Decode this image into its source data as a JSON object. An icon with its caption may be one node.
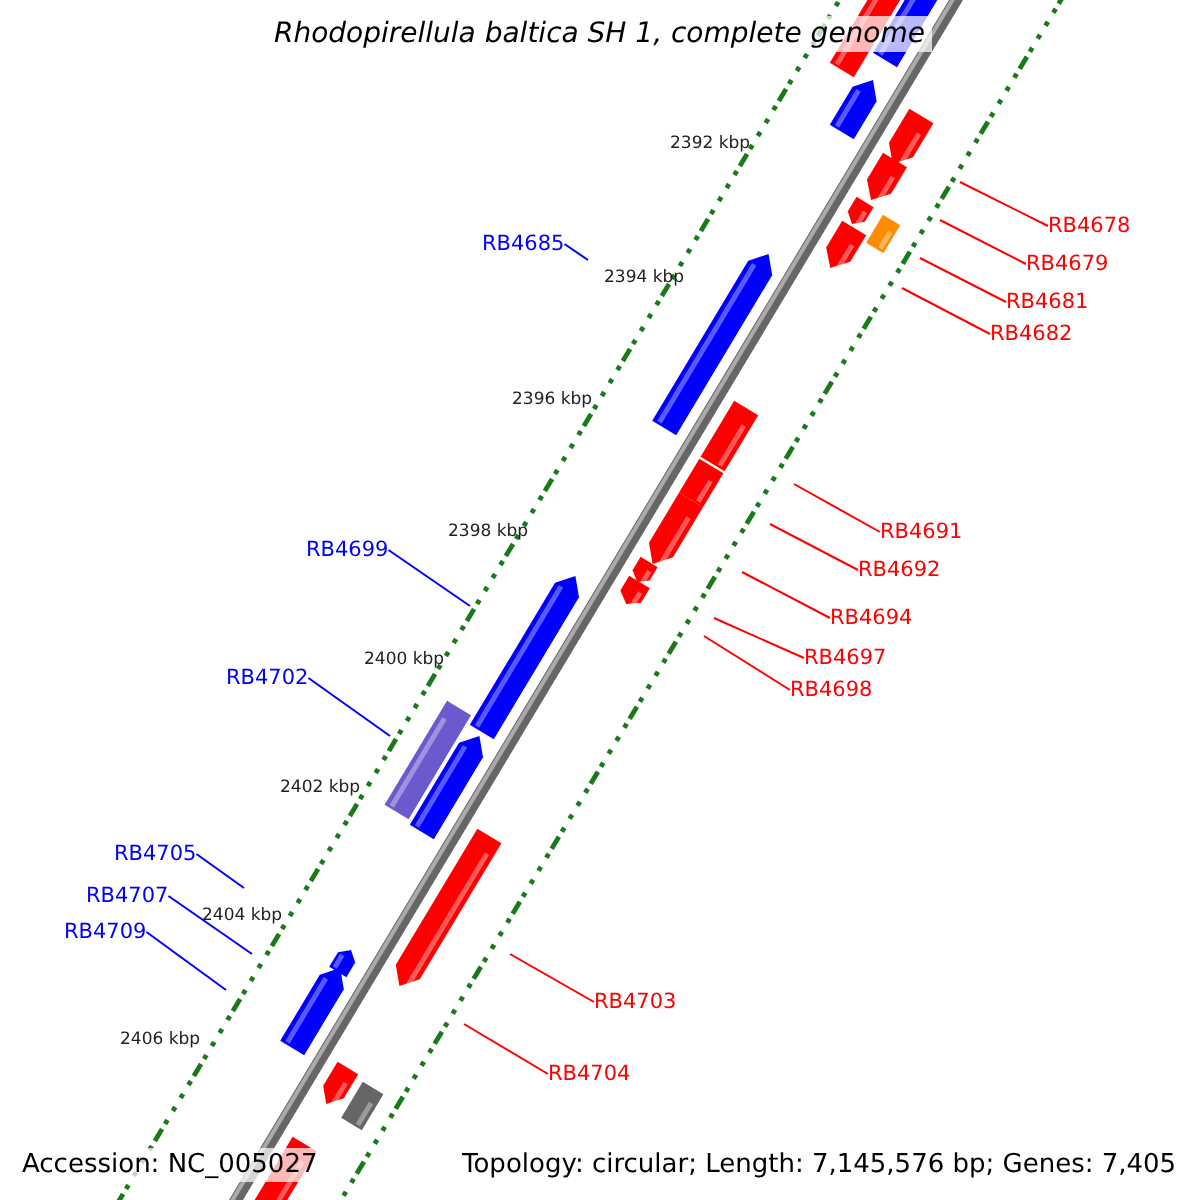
{
  "diagram": {
    "nodes": [
      {
        "text": [
          "RB4678"
        ]
      },
      {
        "text": [
          "RB4685"
        ]
      },
      {
        "text": [
          "RB4679"
        ]
      },
      {
        "text": [
          "RB4681"
        ]
      },
      {
        "text": [
          "RB4682"
        ]
      },
      {
        "text": [
          "RB4691"
        ]
      },
      {
        "text": [
          "RB4699"
        ]
      },
      {
        "text": [
          "RB4692"
        ]
      },
      {
        "text": [
          "RB4694"
        ]
      },
      {
        "text": [
          "RB4697"
        ]
      },
      {
        "text": [
          "RB4702"
        ]
      },
      {
        "text": [
          "RB4698"
        ]
      },
      {
        "text": [
          "RB4705"
        ]
      },
      {
        "text": [
          "RB4707"
        ]
      },
      {
        "text": [
          "RB4709"
        ]
      },
      {
        "text": [
          "RB4703"
        ]
      },
      {
        "text": [
          "RB4704"
        ]
      }
    ],
    "edges": [
      {
        "from": 0,
        "to": null,
        "arrow": "none"
      },
      {
        "from": 1,
        "to": null,
        "arrow": "none",
        "color": "#0000ff"
      },
      {
        "from": 2,
        "to": null,
        "arrow": "none"
      },
      {
        "from": 3,
        "to": null,
        "arrow": "none"
      },
      {
        "from": 4,
        "to": null,
        "arrow": "none"
      },
      {
        "from": 5,
        "to": null,
        "arrow": "none"
      },
      {
        "from": 6,
        "to": null,
        "arrow": "none",
        "color": "#0000ff"
      },
      {
        "from": 7,
        "to": null,
        "arrow": "none"
      },
      {
        "from": 8,
        "to": null,
        "arrow": "none"
      },
      {
        "from": 9,
        "to": null,
        "arrow": "none"
      },
      {
        "from": 10,
        "to": null,
        "arrow": "none",
        "color": "#0000ff"
      },
      {
        "from": 11,
        "to": null,
        "arrow": "none"
      },
      {
        "from": 12,
        "to": null,
        "arrow": "none",
        "color": "#0000ff"
      },
      {
        "from": 13,
        "to": null,
        "arrow": "none",
        "color": "#0000ff"
      },
      {
        "from": 14,
        "to": null,
        "arrow": "none",
        "color": "#0000ff"
      },
      {
        "from": 15,
        "to": null,
        "arrow": "none"
      },
      {
        "from": 16,
        "to": null,
        "arrow": "none"
      }
    ],
    "title": "Rhodopirellula baltica SH 1, complete genome",
    "labels": [
      "2392 kbp",
      "2394 kbp",
      "2396 kbp",
      "2398 kbp",
      "2400 kbp",
      "2402 kbp",
      "2404 kbp",
      "2406 kbp",
      "Accession: NC_005027",
      "Topology: circular; Length: 7,145,576 bp; Genes: 7,405"
    ]
  }
}
